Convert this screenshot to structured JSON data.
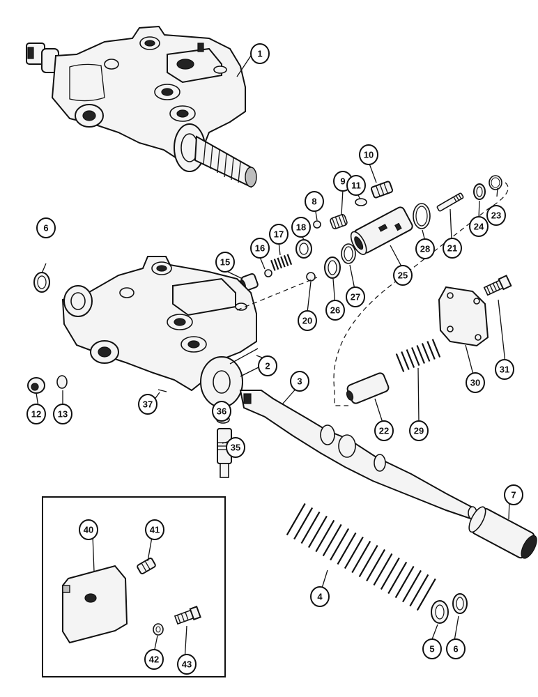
{
  "callouts": [
    {
      "label": "1"
    },
    {
      "label": "2"
    },
    {
      "label": "3"
    },
    {
      "label": "4"
    },
    {
      "label": "5"
    },
    {
      "label": "6"
    },
    {
      "label": "6"
    },
    {
      "label": "7"
    },
    {
      "label": "8"
    },
    {
      "label": "9"
    },
    {
      "label": "10"
    },
    {
      "label": "11"
    },
    {
      "label": "12"
    },
    {
      "label": "13"
    },
    {
      "label": "15"
    },
    {
      "label": "16"
    },
    {
      "label": "17"
    },
    {
      "label": "18"
    },
    {
      "label": "20"
    },
    {
      "label": "21"
    },
    {
      "label": "22"
    },
    {
      "label": "23"
    },
    {
      "label": "24"
    },
    {
      "label": "25"
    },
    {
      "label": "26"
    },
    {
      "label": "27"
    },
    {
      "label": "28"
    },
    {
      "label": "29"
    },
    {
      "label": "30"
    },
    {
      "label": "31"
    },
    {
      "label": "35"
    },
    {
      "label": "36"
    },
    {
      "label": "37"
    },
    {
      "label": "40"
    },
    {
      "label": "41"
    },
    {
      "label": "42"
    },
    {
      "label": "43"
    }
  ]
}
